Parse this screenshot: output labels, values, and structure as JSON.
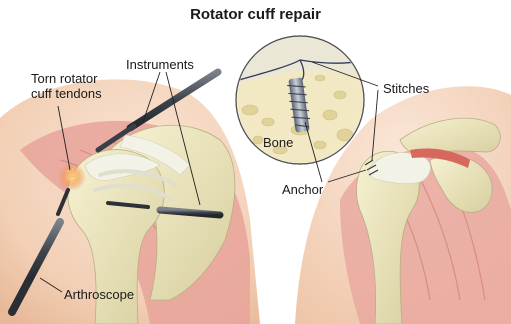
{
  "title": "Rotator cuff repair",
  "labels": {
    "torn_line1": "Torn rotator",
    "torn_line2": "cuff tendons",
    "instruments": "Instruments",
    "stitches": "Stitches",
    "bone": "Bone",
    "anchor": "Anchor",
    "arthroscope": "Arthroscope"
  },
  "colors": {
    "skin": "#f3d3bc",
    "muscle": "#e39a93",
    "bone": "#eeeac2",
    "bone_shadow": "#cfc79a",
    "tendon": "#f1f0e4",
    "instrument": "#4b5058",
    "highlight_tear": "#f4b866",
    "background": "#ffffff"
  }
}
